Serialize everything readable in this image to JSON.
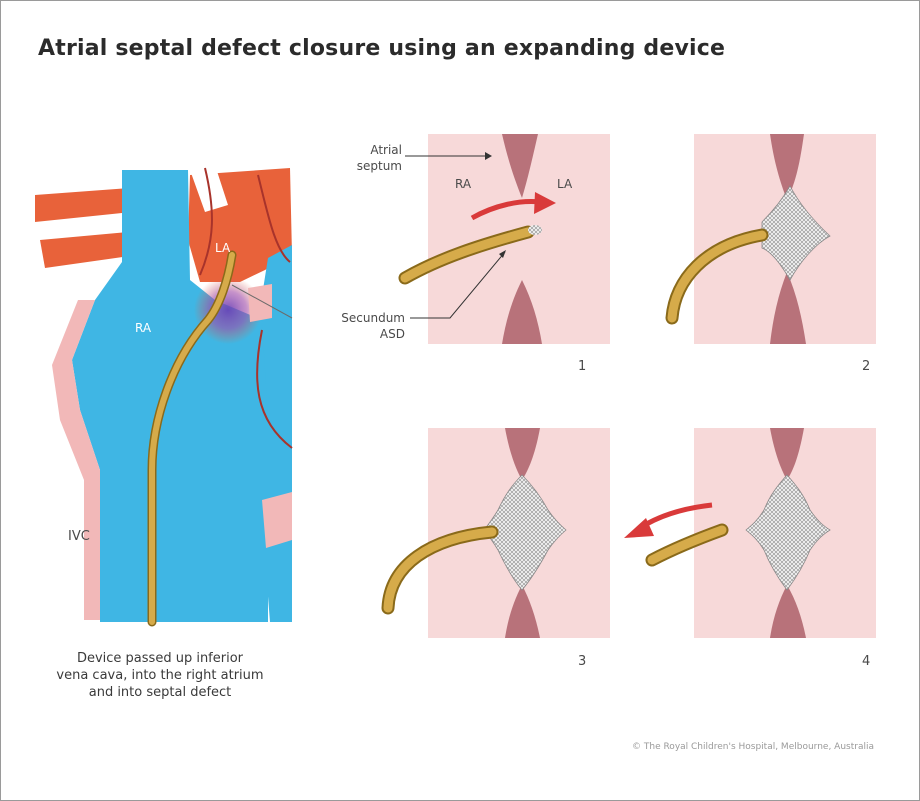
{
  "title": "Atrial septal defect closure using an expanding device",
  "overview": {
    "label_la": "LA",
    "label_ra": "RA",
    "label_ivc": "IVC",
    "caption_lines": [
      "Device passed up inferior",
      "vena cava, into the right atrium",
      "and into septal defect"
    ]
  },
  "panel1": {
    "atrial_septum_lines": [
      "Atrial",
      "septum"
    ],
    "label_ra": "RA",
    "label_la": "LA",
    "secundum_lines": [
      "Secundum",
      "ASD"
    ]
  },
  "step_numbers": [
    "1",
    "2",
    "3",
    "4"
  ],
  "credit": "© The Royal Children's Hospital, Melbourne, Australia",
  "colors": {
    "blood_blue": "#3fb6e4",
    "left_atrium_orange": "#e8623a",
    "panel_pink": "#f7d9d9",
    "septum_mauve": "#b8727a",
    "catheter_gold": "#c99a2e",
    "arrow_red": "#d93a3a",
    "device_grey": "#8c8c8c"
  }
}
